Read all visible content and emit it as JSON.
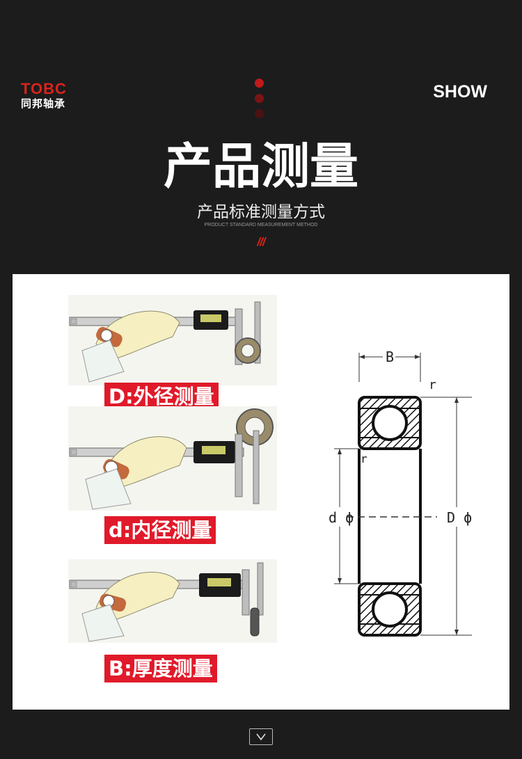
{
  "brand": {
    "logo_mark": "TOBC",
    "logo_cn": "同邦轴承"
  },
  "header_right": "SHOW",
  "section": {
    "title": "产品测量",
    "subtitle": "产品标准测量方式",
    "subtitle_en": "PRODUCT STANDARD MEASUREMENT METHOD",
    "divider": "///"
  },
  "colors": {
    "accent": "#d9241c",
    "background": "#1c1c1c",
    "label_bg": "#e01a2a"
  },
  "measurements": [
    {
      "label": "D:外径测量"
    },
    {
      "label": "d:内径测量"
    },
    {
      "label": "B:厚度测量"
    }
  ],
  "diagram_labels": {
    "width": "B",
    "radius_outer": "r",
    "radius_inner": "r",
    "inner_dia": "d ϕ",
    "outer_dia": "D ϕ"
  },
  "nav": {
    "down_icon": "chevron-down-icon"
  }
}
